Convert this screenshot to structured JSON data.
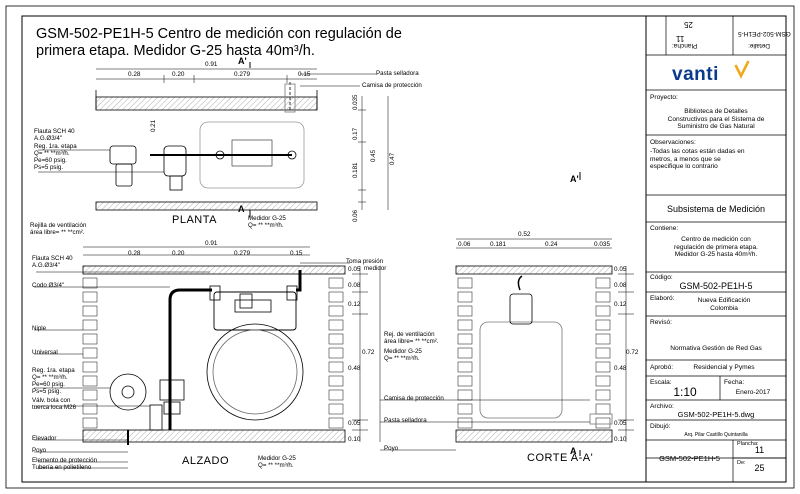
{
  "title": "GSM-502-PE1H-5 Centro de medición con regulación de primera etapa.  Medidor G-25 hasta 40m³/h.",
  "views": {
    "planta": "PLANTA",
    "alzado": "ALZADO",
    "corte": "CORTE A-A'"
  },
  "section_marks": {
    "a_prime": "A'",
    "a": "A"
  },
  "labels": {
    "pasta_selladora": "Pasta selladora",
    "camisa_proteccion": "Camisa de protección",
    "flauta_1": "Flauta SCH 40",
    "flauta_2": "A.G.Ø3/4\"",
    "reg1": "Reg. 1ra. etapa",
    "reg2": "Q= ** **m³/h.",
    "reg3": "Pe=60 psig.",
    "reg4": "Ps=5 psig.",
    "rejilla1": "Rejilla de ventilación",
    "rejilla2": "área libre=  ** **cm².",
    "medidor1": "Medidor G-25",
    "medidor2": "Q= ** **m³/h.",
    "toma1": "Toma presión",
    "toma2": "medidor",
    "codo": "Codo Ø3/4\"",
    "niple": "Niple",
    "universal": "Universal",
    "valv1": "Válv. bola con",
    "valv2": "tuerca loca M26",
    "elevador": "Elevador",
    "poyo": "Poyo",
    "elemento": "Elemento de protección",
    "tuberia": "Tubería en polietileno",
    "rej_c1": "Rej. de ventilación",
    "rej_c2": "área libre= ** **cm².",
    "med_c1": "Medidor G-25",
    "med_c2": "Q= ** **m³/h.",
    "camisa_c": "Camisa de protección",
    "pasta_c": "Pasta selladora",
    "poyo_c": "Poyo"
  },
  "dims": {
    "p_total": "0.91",
    "p_a": "0.28",
    "p_b": "0.20",
    "p_c": "0.279",
    "p_d": "0.15",
    "p_v1": "0.035",
    "p_v2": "0.17",
    "p_v3": "0.45",
    "p_v4": "0.47",
    "p_v5": "0.181",
    "p_v6": "0.06",
    "p_v7": "0.21",
    "a_total": "0.91",
    "a_a": "0.28",
    "a_b": "0.20",
    "a_c": "0.279",
    "a_d": "0.15",
    "a_r1": "0.05",
    "a_r2": "0.08",
    "a_r3": "0.12",
    "a_r4": "0.72",
    "a_r5": "0.48",
    "a_r6": "0.05",
    "a_r7": "0.10",
    "c_total": "0.52",
    "c_a": "0.06",
    "c_b": "0.181",
    "c_c": "0.24",
    "c_d": "0.035",
    "c_r1": "0.05",
    "c_r2": "0.08",
    "c_r3": "0.12",
    "c_r4": "0.72",
    "c_r5": "0.48",
    "c_r6": "0.05",
    "c_r7": "0.10"
  },
  "title_block": {
    "brand": "vanti",
    "code_top": "GSM-502-PE1H-5",
    "detalle_label": "Detalle:",
    "plancha_label": "Plancha:",
    "top_num_a": "25",
    "top_num_b": "11",
    "proyecto_label": "Proyecto:",
    "proyecto_1": "Biblioteca de Detalles",
    "proyecto_2": "Constructivos para el Sistema de",
    "proyecto_3": "Suministro de Gas Natural",
    "obs_label": "Observaciones:",
    "obs_1": "-Todas las cotas están dadas en",
    "obs_2": "metros, a menos que se",
    "obs_3": "especifique lo contrario",
    "subsistema": "Subsistema de Medición",
    "contiene_label": "Contiene:",
    "contiene_1": "Centro de medición con",
    "contiene_2": "regulación de primera etapa.",
    "contiene_3": "Medidor G-25 hasta 40m³/h.",
    "codigo_label": "Código:",
    "codigo": "GSM-502-PE1H-5",
    "elaboro_label": "Elaboró:",
    "elaboro_1": "Nueva Edificación",
    "elaboro_2": "Colombia",
    "reviso_label": "Revisó:",
    "reviso": "Normativa Gestión de Red Gas",
    "aprobo_label": "Aprobó:",
    "aprobo": "Residencial y Pymes",
    "escala_label": "Escala:",
    "escala": "1:10",
    "fecha_label": "Fecha:",
    "fecha": "Enero-2017",
    "archivo_label": "Archivo:",
    "archivo": "GSM-502-PE1H-5.dwg",
    "dibujo_label": "Dibujó:",
    "dibujo": "Arq. Pilar Castillo Quintanilla",
    "bottom_code": "GSM-502-PE1H-5",
    "plancha_label2": "Plancha:",
    "plancha": "11",
    "de_label": "De:",
    "de": "25"
  }
}
